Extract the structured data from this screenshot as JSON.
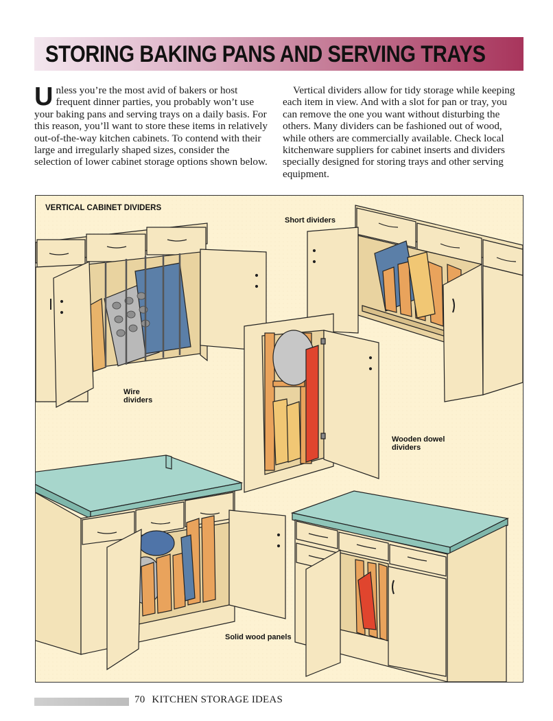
{
  "header": {
    "title": "STORING BAKING PANS AND SERVING TRAYS"
  },
  "intro": {
    "drop_cap": "U",
    "left_text": "nless you’re the most avid of bakers or host frequent dinner parties, you probably won’t use your baking pans and serving trays on a daily basis. For this reason, you’ll want to store these items in relatively out-of-the-way kitchen cabinets. To contend with their large and irregularly shaped sizes, consider the selection of lower cabinet storage options shown below.",
    "right_text": "Vertical dividers allow for tidy storage while keeping each item in view. And with a slot for pan or tray, you can remove the one you want without disturbing the others. Many dividers can be fashioned out of wood, while others are commercially available. Check local kitchenware suppliers for cabinet inserts and dividers specially designed for storing trays and other serving equipment."
  },
  "figure": {
    "title": "VERTICAL CABINET DIVIDERS",
    "labels": {
      "short": "Short dividers",
      "wire": "Wire\ndividers",
      "dowel": "Wooden dowel\ndividers",
      "solid": "Solid wood panels"
    }
  },
  "footer": {
    "page_number": "70",
    "book_title": "KITCHEN STORAGE IDEAS"
  },
  "colors": {
    "title_accent": "#a8355c",
    "cabinet": "#f6e7c0",
    "countertop": "#9fd0c6",
    "wood": "#e9a35c",
    "tray_blue": "#5b7fa8"
  }
}
